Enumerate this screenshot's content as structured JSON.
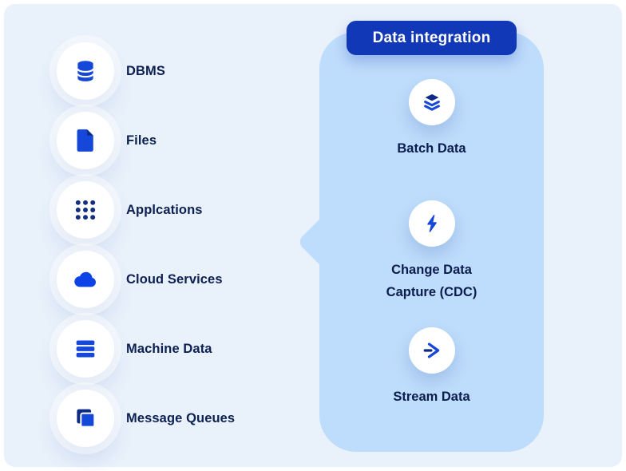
{
  "colors": {
    "background": "#e9f1fb",
    "panel": "#bedcfb",
    "pill": "#1138b7",
    "pill_text": "#ffffff",
    "icon_blue": "#1547d8",
    "icon_navy": "#0c2a86",
    "cloud_blue": "#0d43e6",
    "label_text": "#0c2051"
  },
  "sources": {
    "items": [
      {
        "label": "DBMS",
        "icon": "database-icon"
      },
      {
        "label": "Files",
        "icon": "file-icon"
      },
      {
        "label": "Applcations",
        "icon": "app-grid-icon"
      },
      {
        "label": "Cloud Services",
        "icon": "cloud-icon"
      },
      {
        "label": "Machine Data",
        "icon": "machine-bars-icon"
      },
      {
        "label": "Message Queues",
        "icon": "message-queues-icon"
      }
    ]
  },
  "integration": {
    "title": "Data integration",
    "items": [
      {
        "label": "Batch Data",
        "icon": "batch-layers-icon"
      },
      {
        "label_lines": [
          "Change Data",
          "Capture (CDC)"
        ],
        "icon": "cdc-bolt-icon"
      },
      {
        "label": "Stream Data",
        "icon": "stream-arrow-icon"
      }
    ]
  }
}
